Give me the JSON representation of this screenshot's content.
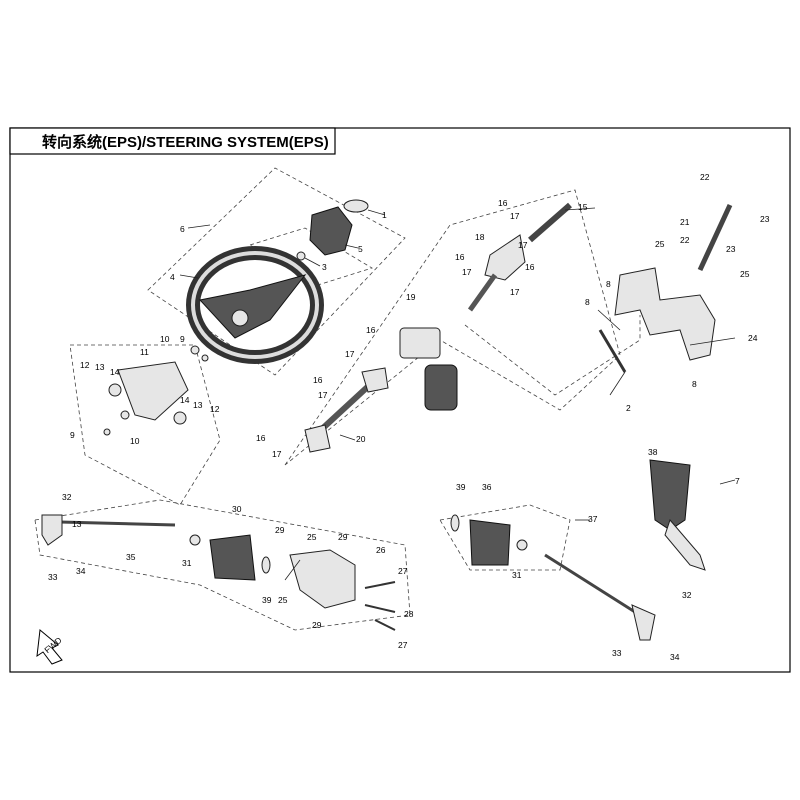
{
  "title": "转向系统(EPS)/STEERING SYSTEM(EPS)",
  "fwd_label": "FWD",
  "callouts": {
    "c1": "1",
    "c2": "2",
    "c3": "3",
    "c4": "4",
    "c5": "5",
    "c6": "6",
    "c7": "7",
    "c8a": "8",
    "c8b": "8",
    "c9a": "9",
    "c9b": "9",
    "c10a": "10",
    "c10b": "10",
    "c11": "11",
    "c12a": "12",
    "c12b": "12",
    "c13a": "13",
    "c13b": "13",
    "c14a": "14",
    "c14b": "14",
    "c15": "15",
    "c16a": "16",
    "c16b": "16",
    "c16c": "16",
    "c16d": "16",
    "c16e": "16",
    "c17a": "17",
    "c17b": "17",
    "c17c": "17",
    "c17d": "17",
    "c17e": "17",
    "c17f": "17",
    "c18": "18",
    "c19": "19",
    "c20": "20",
    "c21": "21",
    "c22a": "22",
    "c22b": "22",
    "c23a": "23",
    "c23b": "23",
    "c24": "24",
    "c25a": "25",
    "c25b": "25",
    "c25c": "25",
    "c25d": "25",
    "c26": "26",
    "c27a": "27",
    "c27b": "27",
    "c28": "28",
    "c29a": "29",
    "c29b": "29",
    "c29c": "29",
    "c30": "30",
    "c31a": "31",
    "c31b": "31",
    "c32a": "32",
    "c32b": "32",
    "c33a": "33",
    "c33b": "33",
    "c34a": "34",
    "c34b": "34",
    "c35": "35",
    "c36": "36",
    "c37": "37",
    "c38": "38",
    "c39a": "39",
    "c39b": "39"
  }
}
